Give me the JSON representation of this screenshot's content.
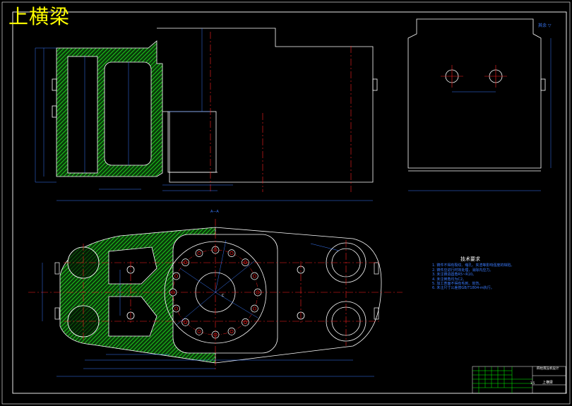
{
  "drawing": {
    "title": "上横梁",
    "technical_requirements": {
      "heading": "技术要求",
      "items": [
        "1. 铸件不得有裂纹、缩孔、夹渣等影响强度的缺陷。",
        "2. 铸件应进行时效处理，消除内应力。",
        "3. 未注铸造圆角R5~R10。",
        "4. 未注倒角均为C2。",
        "5. 加工表面不得有毛刺、划伤。",
        "6. 未注尺寸公差按GB/T1804-m执行。"
      ]
    },
    "title_block": {
      "project_name": "四柱液压机设计",
      "part_name": "上横梁",
      "scale": "1:5"
    },
    "section_label_top": "A—A",
    "center_label": "C",
    "roughness_note": "其余 ▽"
  },
  "colors": {
    "background": "#000000",
    "outline": "#ffffff",
    "hatch": "#00ff00",
    "dimension": "#3a7bff",
    "centerline": "#ff2020",
    "title": "#ffff00"
  }
}
